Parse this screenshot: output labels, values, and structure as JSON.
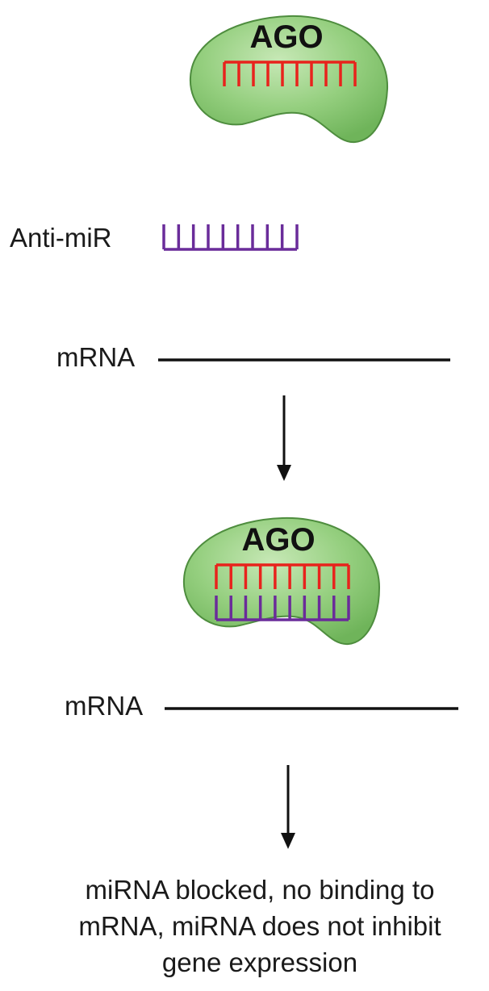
{
  "diagram": {
    "top_complex": {
      "protein_label": "AGO",
      "protein_color": "#8cc878",
      "protein_stroke": "#4a8a3a",
      "mirna_color": "#e8231c"
    },
    "anti_mir": {
      "label": "Anti-miR",
      "color": "#6a2c9a"
    },
    "mrna_top": {
      "label": "mRNA",
      "line_color": "#111111"
    },
    "bottom_complex": {
      "protein_label": "AGO",
      "mirna_color": "#e8231c",
      "anti_mir_color": "#6a2c9a"
    },
    "mrna_bottom": {
      "label": "mRNA",
      "line_color": "#111111"
    },
    "outcome": {
      "line1": "miRNA blocked, no binding to",
      "line2": "mRNA, miRNA does not inhibit",
      "line3": "gene expression"
    }
  }
}
